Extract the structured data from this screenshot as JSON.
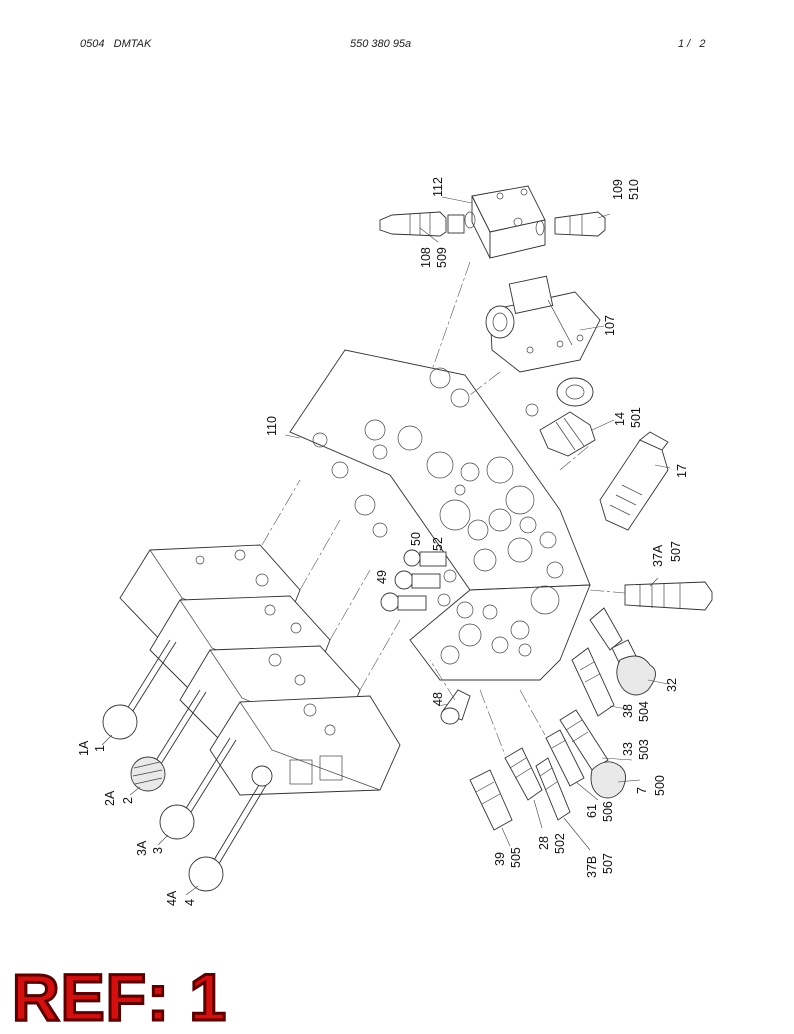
{
  "header": {
    "left": "0504   DMTAK",
    "center": "550 380 95a",
    "right": "1 /   2"
  },
  "ref_label": "REF: 1",
  "labels": {
    "p112": "112",
    "p109": "109",
    "p510": "510",
    "p108": "108",
    "p509": "509",
    "p107": "107",
    "p110": "110",
    "p14": "14",
    "p501": "501",
    "p17": "17",
    "p37A": "37A",
    "p507a": "507",
    "p50": "50",
    "p52": "52",
    "p49": "49",
    "p32": "32",
    "p48": "48",
    "p38": "38",
    "p504": "504",
    "p33": "33",
    "p503": "503",
    "p7": "7",
    "p500": "500",
    "p61": "61",
    "p506": "506",
    "p28": "28",
    "p502": "502",
    "p39": "39",
    "p505": "505",
    "p37B": "37B",
    "p507b": "507",
    "p1A": "1A",
    "p1": "1",
    "p2A": "2A",
    "p2": "2",
    "p3A": "3A",
    "p3": "3",
    "p4A": "4A",
    "p4": "4"
  }
}
